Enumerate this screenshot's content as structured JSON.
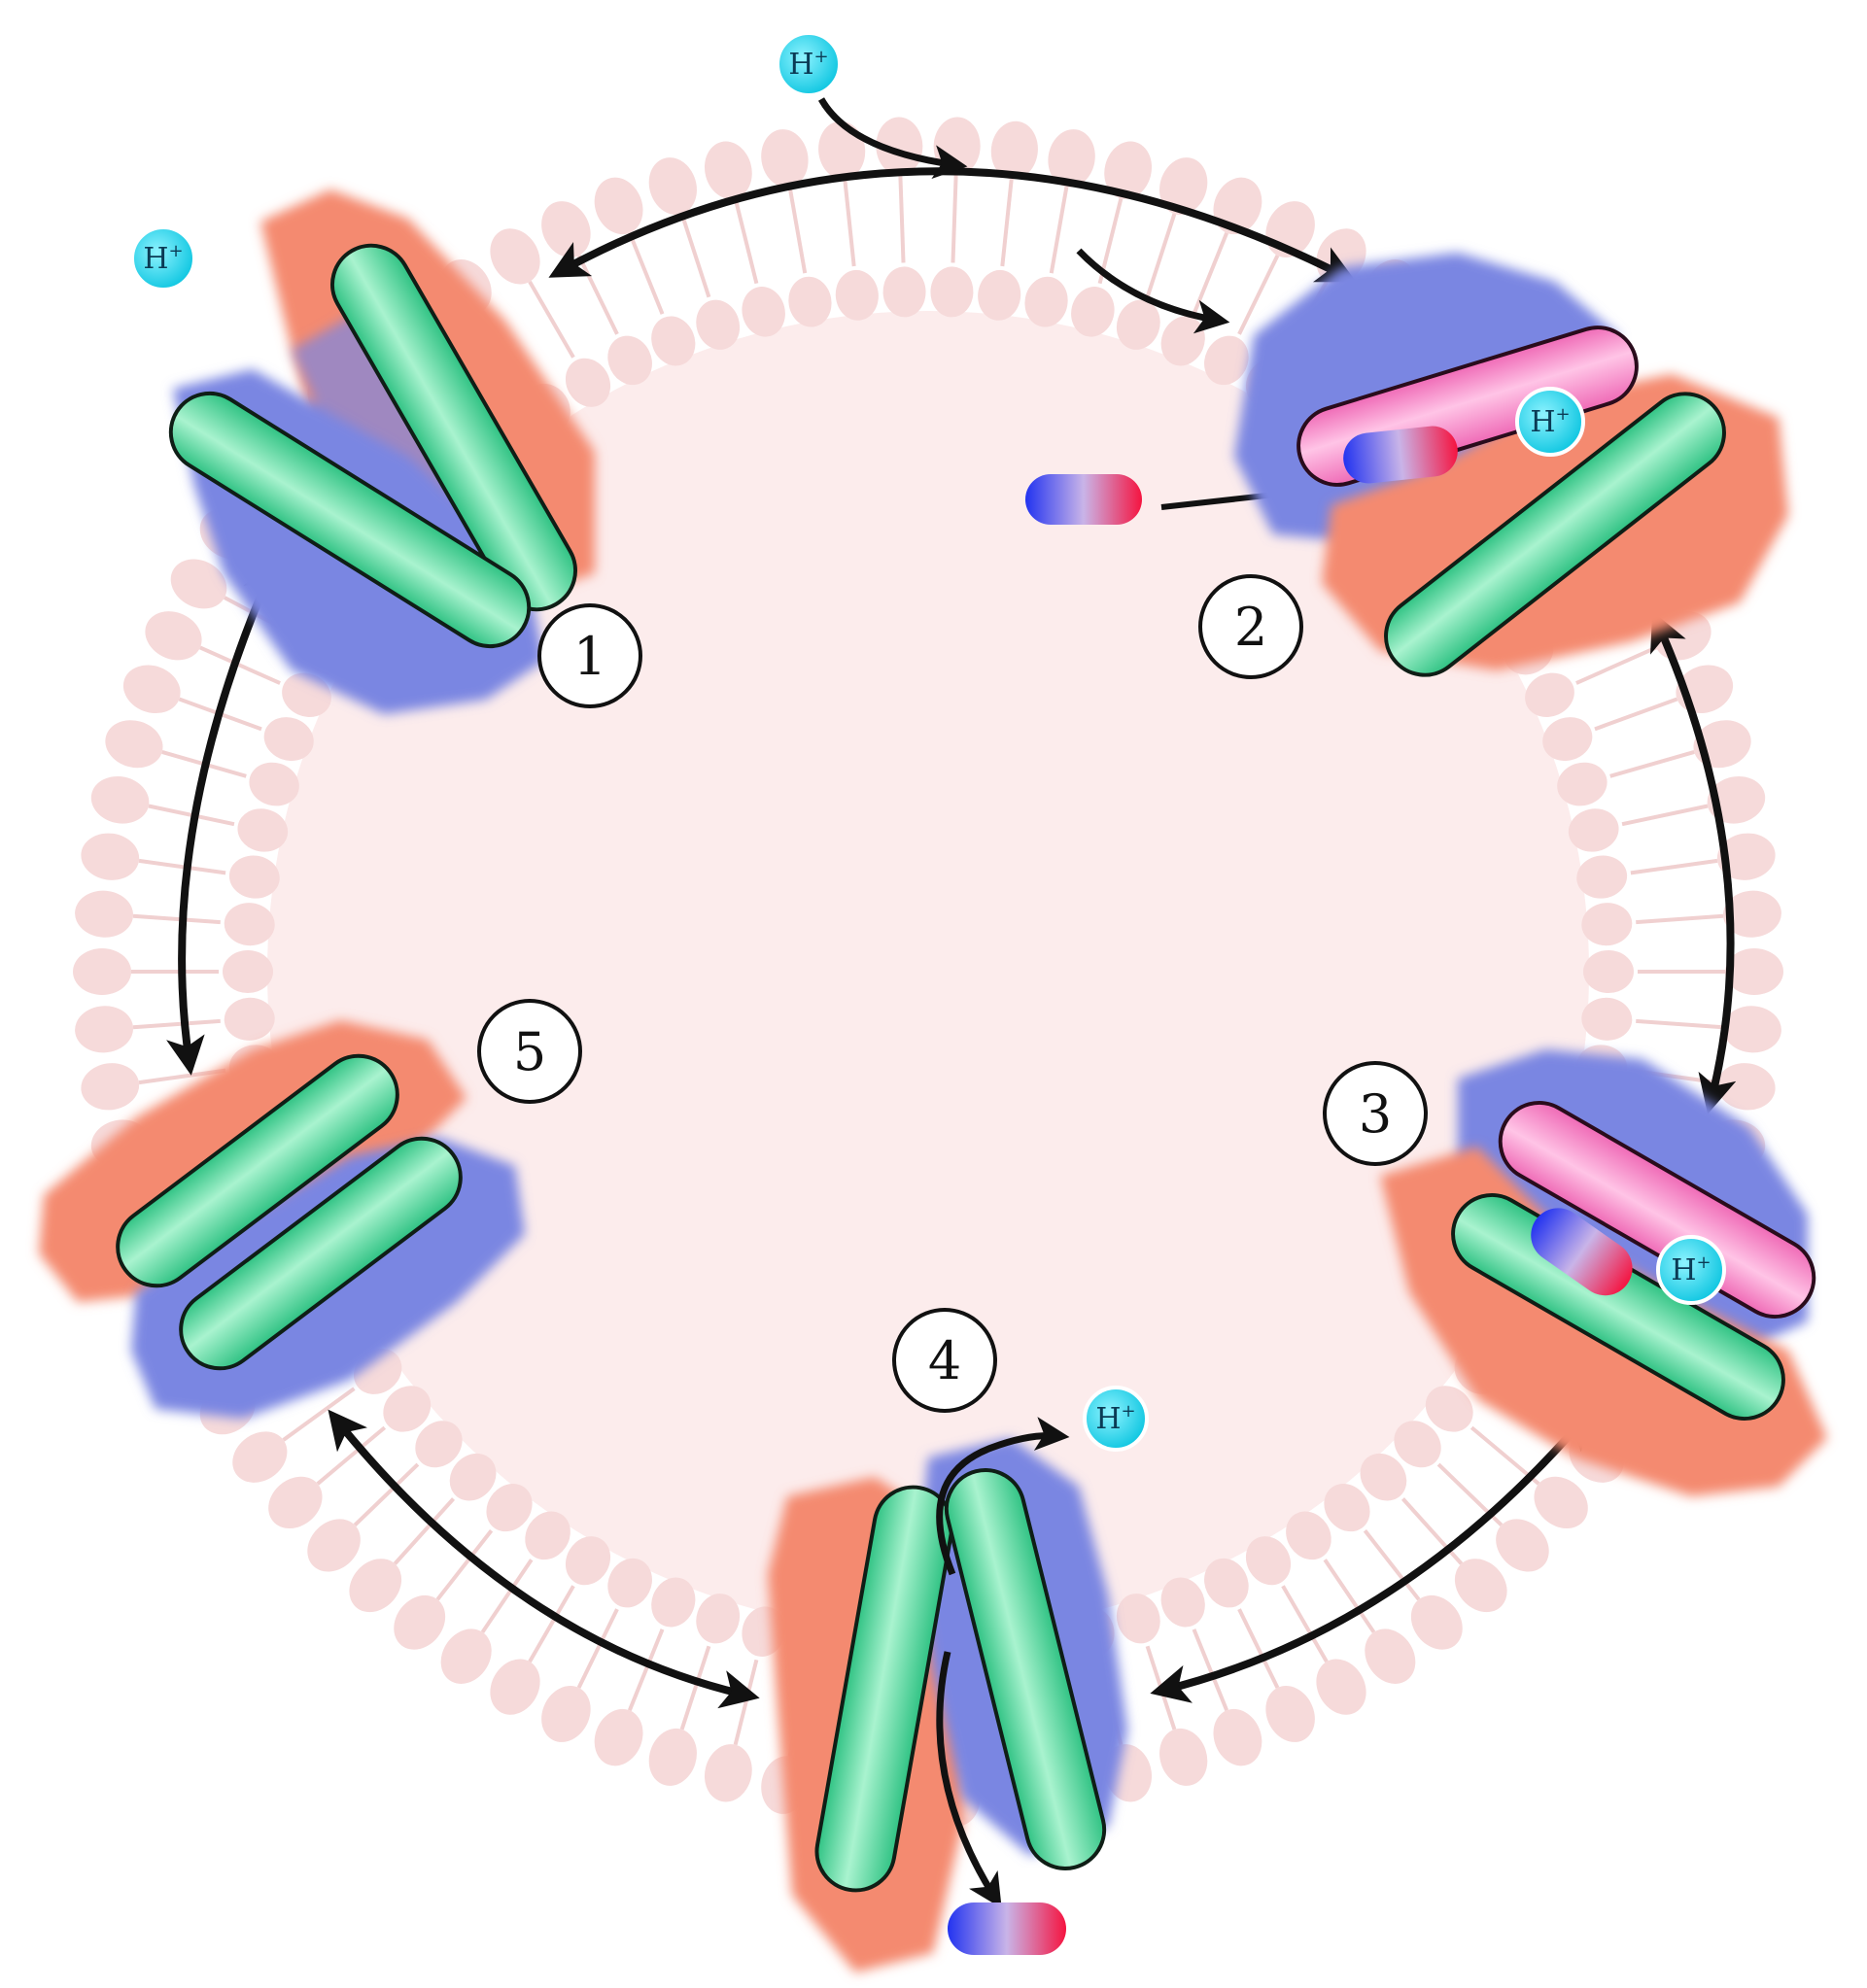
{
  "ion_label": "H",
  "ion_charge": "+",
  "steps": [
    {
      "label": "1"
    },
    {
      "label": "2"
    },
    {
      "label": "3"
    },
    {
      "label": "4"
    },
    {
      "label": "5"
    }
  ],
  "colors": {
    "membrane_fill": "#fcecec",
    "lipid_head": "#f6dada",
    "lipid_tail": "#f0d0d0",
    "domain_orange": "#f48a70",
    "domain_blue": "#7a86e2",
    "helix_green": "#4fd79a",
    "helix_pink": "#f47fc4",
    "ion_cyan": "#27d7ec",
    "substrate_blue": "#2b3bf0",
    "substrate_red": "#f2194a",
    "arrow": "#111111"
  }
}
